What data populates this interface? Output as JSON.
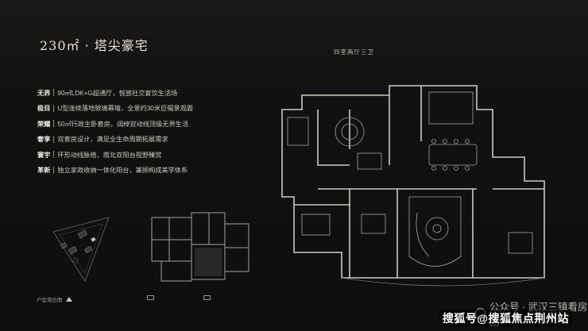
{
  "header": {
    "title": "230㎡ · 塔尖豪宅"
  },
  "features": [
    {
      "key": "无界",
      "text": "90㎡LDK+G超通厅，悦放社交宴饮生活场"
    },
    {
      "key": "极目",
      "text": "U型连续落地玻璃幕墙，全景约30米巨幅景观面"
    },
    {
      "key": "荣耀",
      "text": "50㎡行政主卧套房，阔绰双动线顶级无界生活"
    },
    {
      "key": "奢享",
      "text": "双套房设计，满足全生命周期拓展需求"
    },
    {
      "key": "寰宇",
      "text": "环形动线脉络，南北双阳台视野臻赏"
    },
    {
      "key": "革新",
      "text": "独立家政收纳一体化阳台，兼顾构成美学体系"
    }
  ],
  "site_plan": {
    "caption": "户型落位图"
  },
  "floor_plan": {
    "label": "四室两厅三卫"
  },
  "watermarks": {
    "wechat": "公众号 · 武汉三镇看房团",
    "sohu": "搜狐号@搜狐焦点荆州站"
  }
}
